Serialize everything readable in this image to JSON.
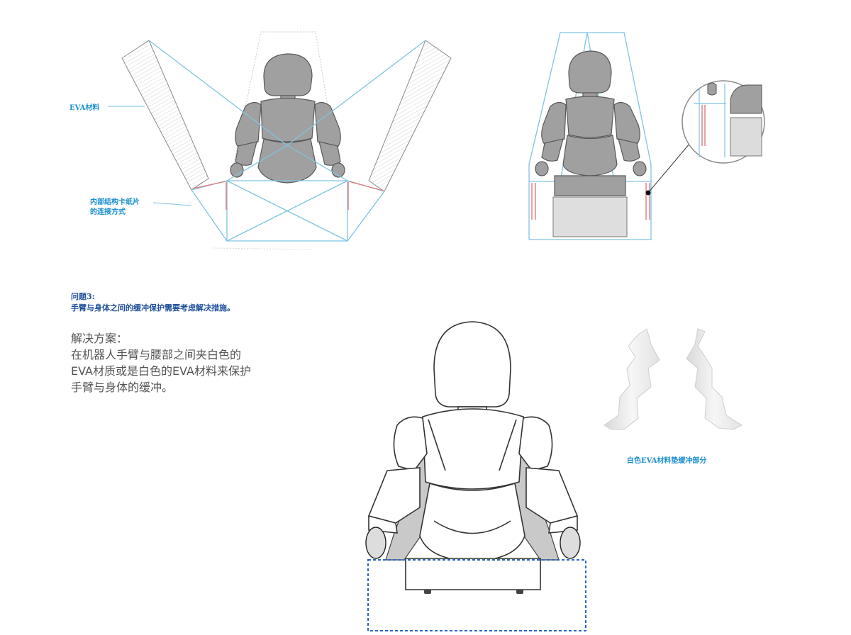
{
  "labels": {
    "eva_material": "EVA材料",
    "inner_structure_line1": "内部结构卡纸片",
    "inner_structure_line2": "的连接方式",
    "white_eva_caption": "白色EVA材料垫缓冲部分"
  },
  "problem": {
    "title": "问题3:",
    "description": "手臂与身体之间的缓冲保护需要考虑解决措施。"
  },
  "solution": {
    "heading": "解决方案：",
    "lines": [
      "在机器人手臂与腰部之间夹白色的",
      "EVA材质或是白色的EVA材料来保护",
      "手臂与身体的缓冲。"
    ]
  },
  "colors": {
    "blue_line": "#7fc3e3",
    "red_line": "#e07a7a",
    "robot_gray": "#9a9a9a",
    "label_blue": "#1a8fd0",
    "label_navy": "#1f4f9a"
  }
}
